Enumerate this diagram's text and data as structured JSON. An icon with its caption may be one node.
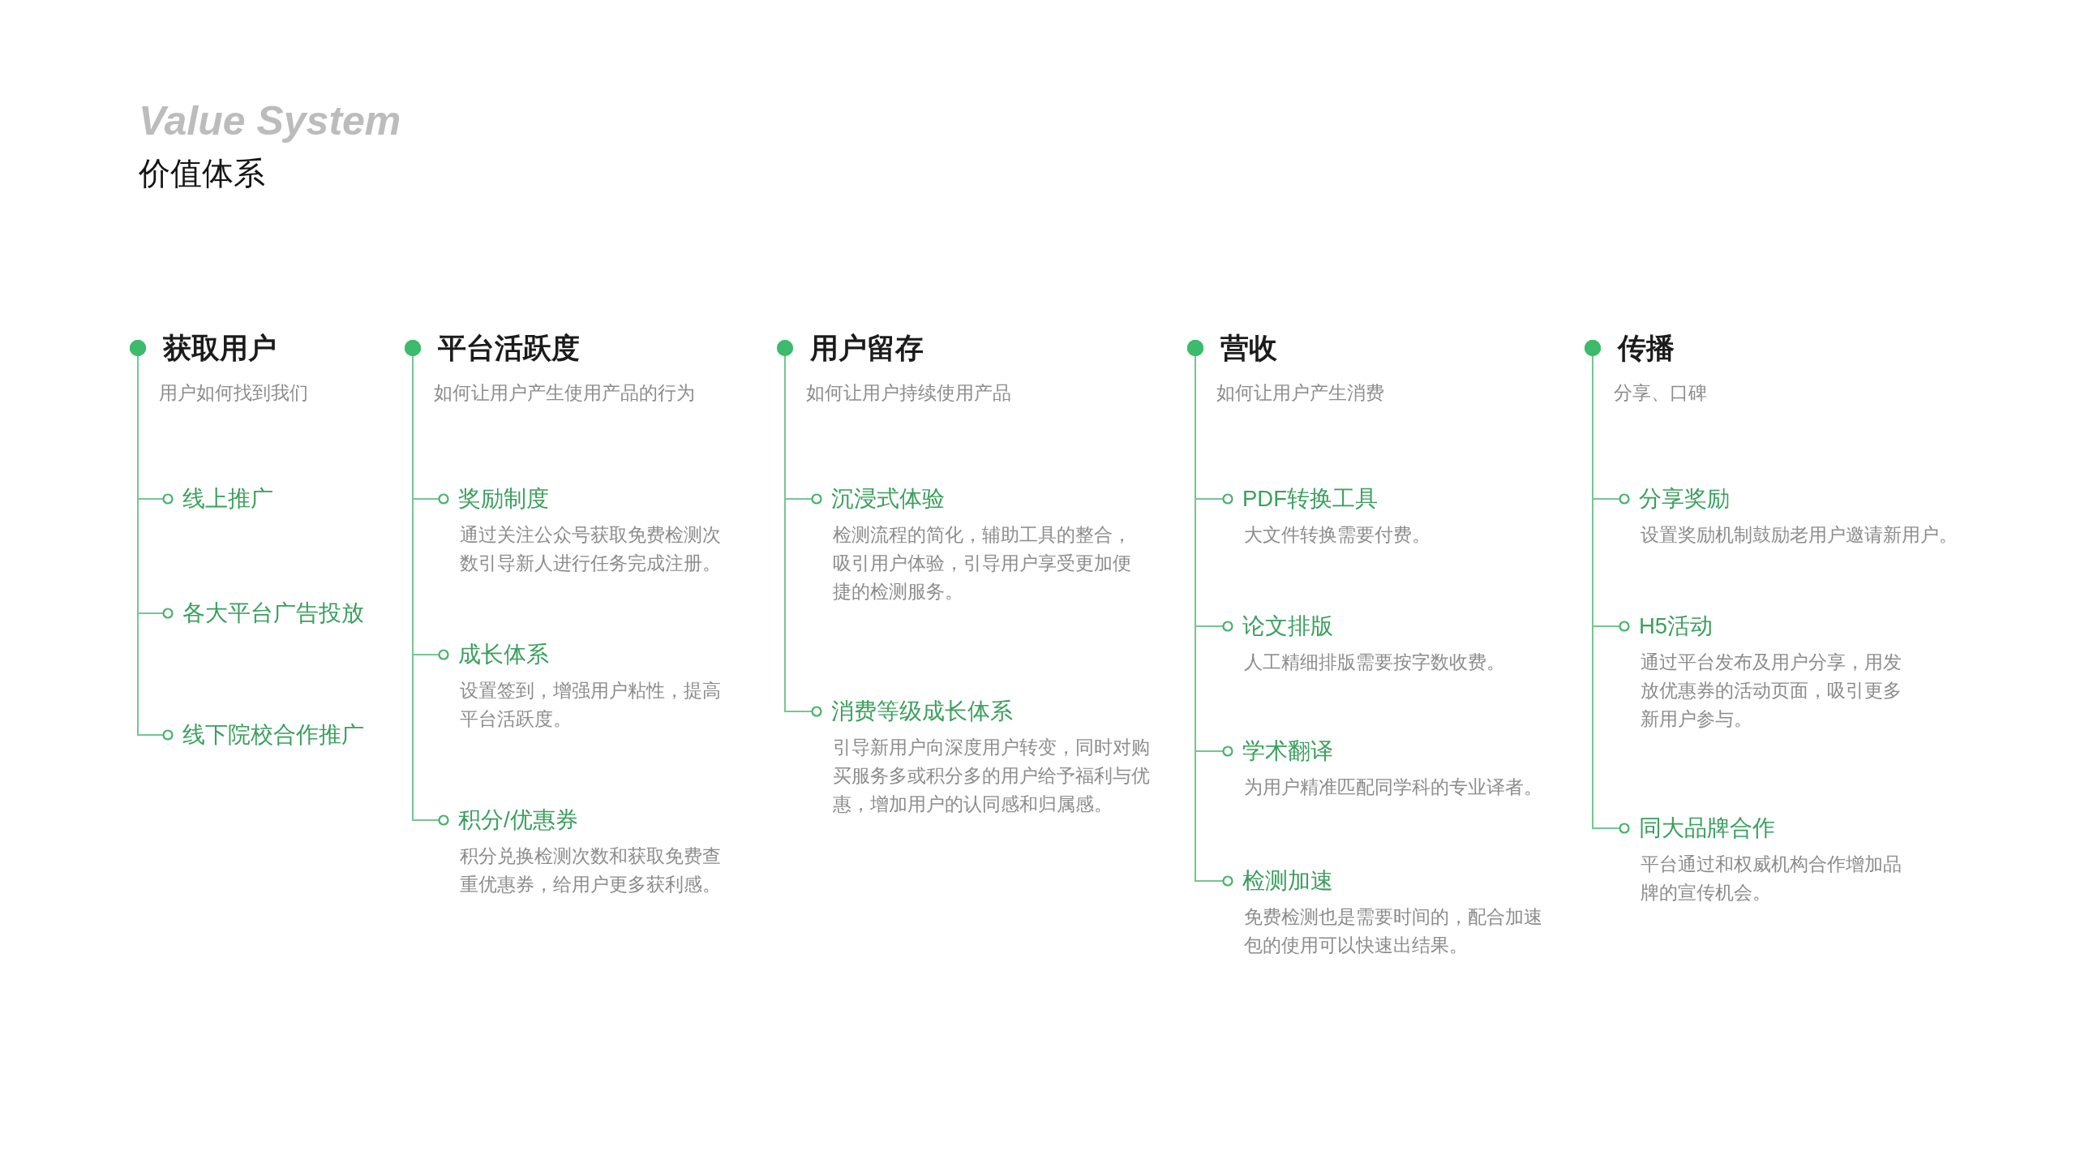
{
  "diagram": {
    "title": "价值体系",
    "nodes": [
      {
        "text": [
          "获取用户",
          "用户如何找到我们"
        ]
      },
      {
        "text": [
          "线上推广"
        ]
      },
      {
        "text": [
          "各大平台广告投放"
        ]
      },
      {
        "text": [
          "线下院校合作推广"
        ]
      },
      {
        "text": [
          "平台活跃度",
          "如何让用户产生使用产品的行为"
        ]
      },
      {
        "text": [
          "奖励制度",
          "通过关注公众号获取免费检测次数引导新人进行任务完成注册。"
        ]
      },
      {
        "text": [
          "成长体系",
          "设置签到，增强用户粘性，提高平台活跃度。"
        ]
      },
      {
        "text": [
          "积分/优惠券",
          "积分兑换检测次数和获取免费查重优惠券，给用户更多获利感。"
        ]
      },
      {
        "text": [
          "用户留存",
          "如何让用户持续使用产品"
        ]
      },
      {
        "text": [
          "沉浸式体验",
          "检测流程的简化，辅助工具的整合，吸引用户体验，引导用户享受更加便捷的检测服务。"
        ]
      },
      {
        "text": [
          "消费等级成长体系",
          "引导新用户向深度用户转变，同时对购买服务多或积分多的用户给予福利与优惠，增加用户的认同感和归属感。"
        ]
      },
      {
        "text": [
          "营收",
          "如何让用户产生消费"
        ]
      },
      {
        "text": [
          "PDF转换工具",
          "大文件转换需要付费。"
        ]
      },
      {
        "text": [
          "论文排版",
          "人工精细排版需要按字数收费。"
        ]
      },
      {
        "text": [
          "学术翻译",
          "为用户精准匹配同学科的专业译者。"
        ]
      },
      {
        "text": [
          "检测加速",
          "免费检测也是需要时间的，配合加速包的使用可以快速出结果。"
        ]
      },
      {
        "text": [
          "传播",
          "分享、口碑"
        ]
      },
      {
        "text": [
          "分享奖励",
          "设置奖励机制鼓励老用户邀请新用户。"
        ]
      },
      {
        "text": [
          "H5活动",
          "通过平台发布及用户分享，用发放优惠券的活动页面，吸引更多新用户参与。"
        ]
      },
      {
        "text": [
          "同大品牌合作",
          "平台通过和权威机构合作增加品牌的宣传机会。"
        ]
      }
    ],
    "edges": [
      {
        "from": 0,
        "to": 1,
        "arrow": "other"
      },
      {
        "from": 0,
        "to": 2,
        "arrow": "other"
      },
      {
        "from": 0,
        "to": 3,
        "arrow": "other"
      },
      {
        "from": 4,
        "to": 5,
        "arrow": "other"
      },
      {
        "from": 4,
        "to": 6,
        "arrow": "other"
      },
      {
        "from": 4,
        "to": 7,
        "arrow": "other"
      },
      {
        "from": 8,
        "to": 9,
        "arrow": "other"
      },
      {
        "from": 8,
        "to": 10,
        "arrow": "other"
      },
      {
        "from": 11,
        "to": 12,
        "arrow": "other"
      },
      {
        "from": 11,
        "to": 13,
        "arrow": "other"
      },
      {
        "from": 11,
        "to": 14,
        "arrow": "other"
      },
      {
        "from": 11,
        "to": 15,
        "arrow": "other"
      },
      {
        "from": 16,
        "to": 17,
        "arrow": "other"
      },
      {
        "from": 16,
        "to": 18,
        "arrow": "other"
      },
      {
        "from": 16,
        "to": 19,
        "arrow": "other"
      }
    ],
    "labels": [
      "Value System"
    ]
  }
}
